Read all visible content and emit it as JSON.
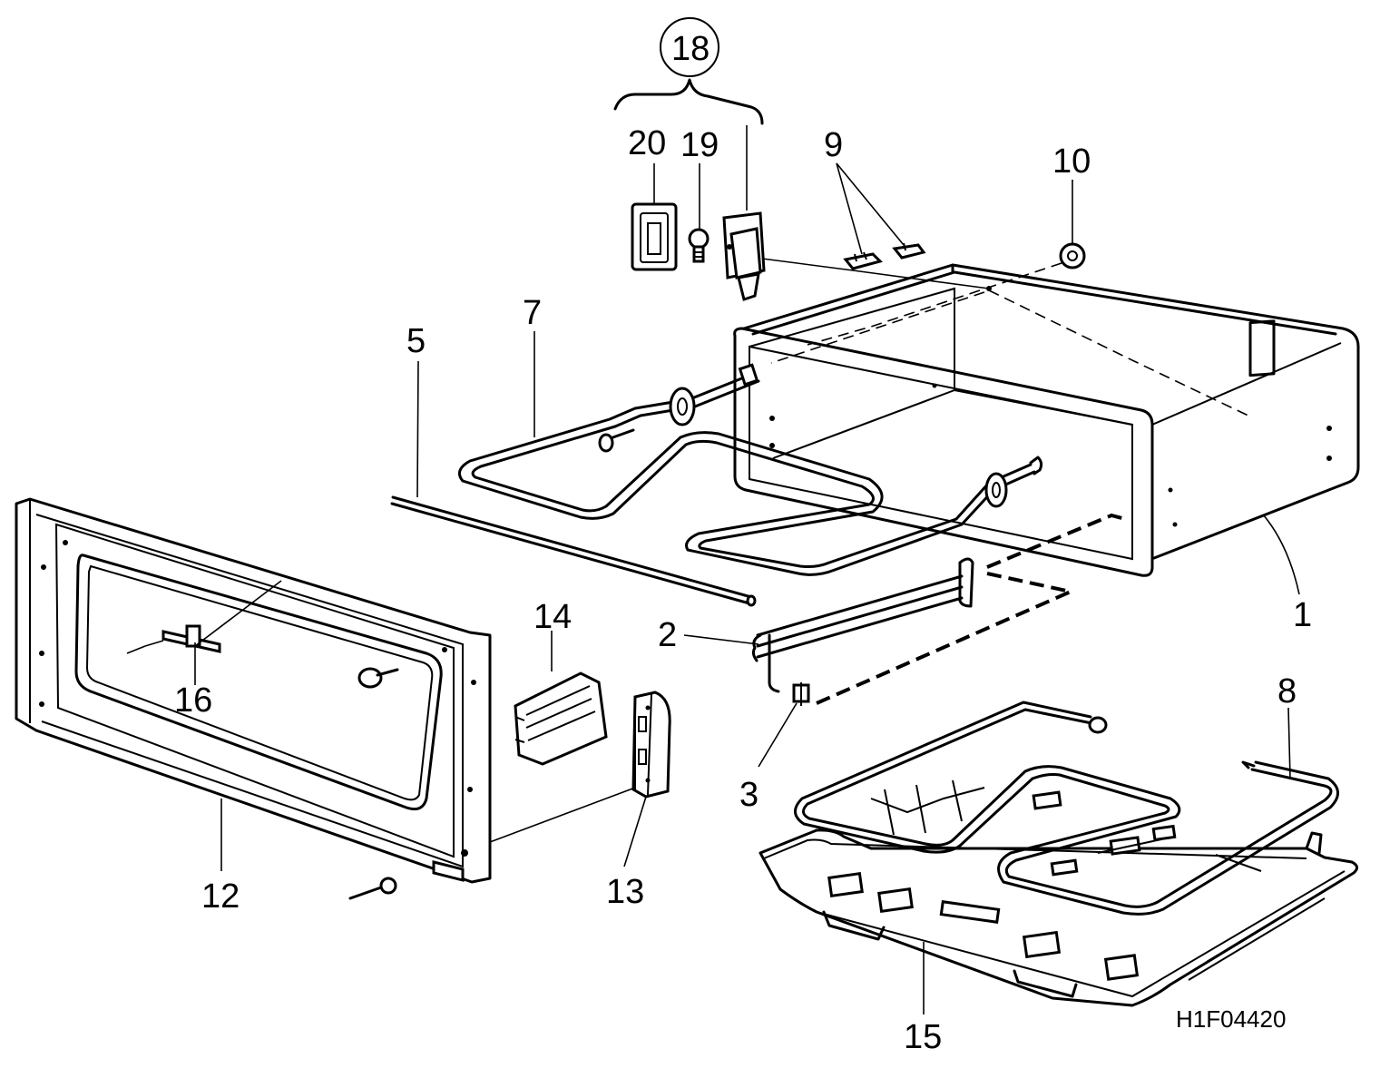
{
  "diagram": {
    "labels": {
      "p1": "1",
      "p2": "2",
      "p3": "3",
      "p5": "5",
      "p7": "7",
      "p8": "8",
      "p9": "9",
      "p10": "10",
      "p12": "12",
      "p13": "13",
      "p14": "14",
      "p15": "15",
      "p16": "16",
      "p18": "18",
      "p19": "19",
      "p20": "20"
    },
    "drawing_code": "H1F04420"
  }
}
